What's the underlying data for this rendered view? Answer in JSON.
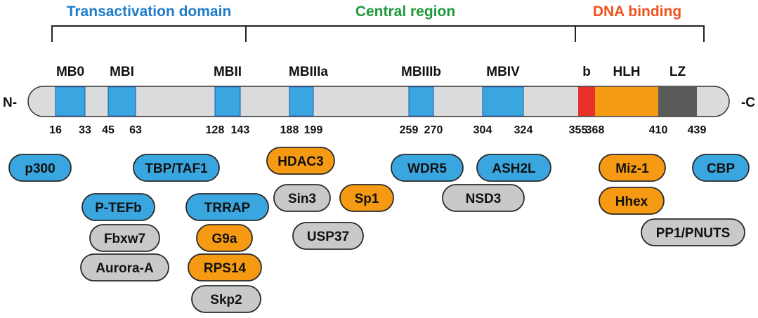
{
  "domains": [
    {
      "label": "Transactivation domain",
      "color": "#1f7cc7"
    },
    {
      "label": "Central region",
      "color": "#1e9a3a"
    },
    {
      "label": "DNA binding",
      "color": "#f0521e"
    }
  ],
  "termini": {
    "n": "N-",
    "c": "-C"
  },
  "colors": {
    "backbone": "#dadbdc",
    "outline": "#333333",
    "blue": "#3aa6e0",
    "orange": "#f59a12",
    "red": "#e8302a",
    "dark": "#5a5a5a",
    "gray": "#c8c9ca"
  },
  "motifs": [
    {
      "label": "MB0",
      "start": 16,
      "end": 33,
      "color": "blue"
    },
    {
      "label": "MBI",
      "start": 45,
      "end": 63,
      "color": "blue"
    },
    {
      "label": "MBII",
      "start": 128,
      "end": 143,
      "color": "blue"
    },
    {
      "label": "MBIIIa",
      "start": 188,
      "end": 199,
      "color": "blue"
    },
    {
      "label": "MBIIIb",
      "start": 259,
      "end": 270,
      "color": "blue"
    },
    {
      "label": "MBIV",
      "start": 304,
      "end": 324,
      "color": "blue"
    },
    {
      "label": "b",
      "start": 355,
      "end": 368,
      "color": "red"
    },
    {
      "label": "HLH",
      "start": 368,
      "end": 410,
      "color": "orange"
    },
    {
      "label": "LZ",
      "start": 410,
      "end": 439,
      "color": "dark"
    }
  ],
  "positions": [
    "16",
    "33",
    "45",
    "63",
    "128",
    "143",
    "188",
    "199",
    "259",
    "270",
    "304",
    "324",
    "355",
    "368",
    "410",
    "439"
  ],
  "partners": [
    {
      "label": "p300",
      "color": "blue"
    },
    {
      "label": "TBP/TAF1",
      "color": "blue"
    },
    {
      "label": "P-TEFb",
      "color": "blue"
    },
    {
      "label": "Fbxw7",
      "color": "gray"
    },
    {
      "label": "Aurora-A",
      "color": "gray"
    },
    {
      "label": "TRRAP",
      "color": "blue"
    },
    {
      "label": "G9a",
      "color": "orange"
    },
    {
      "label": "RPS14",
      "color": "orange"
    },
    {
      "label": "Skp2",
      "color": "gray"
    },
    {
      "label": "HDAC3",
      "color": "orange"
    },
    {
      "label": "Sin3",
      "color": "gray"
    },
    {
      "label": "USP37",
      "color": "gray"
    },
    {
      "label": "Sp1",
      "color": "orange"
    },
    {
      "label": "WDR5",
      "color": "blue"
    },
    {
      "label": "NSD3",
      "color": "gray"
    },
    {
      "label": "ASH2L",
      "color": "blue"
    },
    {
      "label": "Miz-1",
      "color": "orange"
    },
    {
      "label": "Hhex",
      "color": "orange"
    },
    {
      "label": "PP1/PNUTS",
      "color": "gray"
    },
    {
      "label": "CBP",
      "color": "blue"
    }
  ]
}
